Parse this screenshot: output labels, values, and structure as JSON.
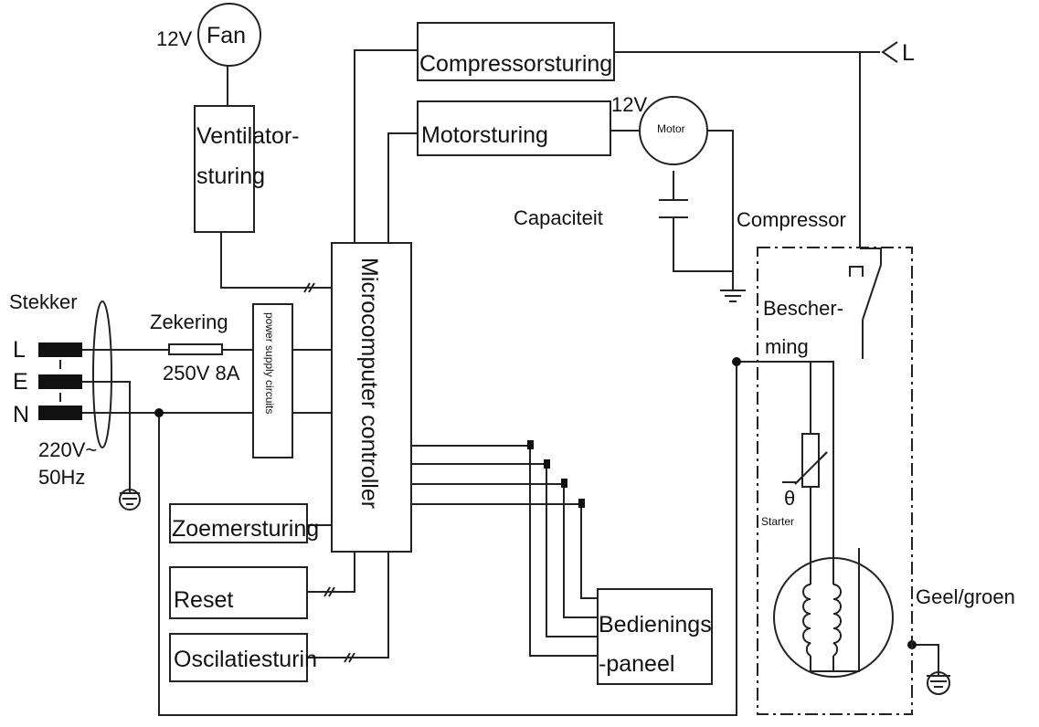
{
  "labels": {
    "fan": "Fan",
    "fan_voltage": "12V",
    "ventilator_line1": "Ventilator-",
    "ventilator_line2": "sturing",
    "compressorsturing": "Compressorsturing",
    "motorsturing": "Motorsturing",
    "motor": "Motor",
    "motor_voltage": "12V",
    "capaciteit": "Capaciteit",
    "compressor": "Compressor",
    "l_supply": "L",
    "microcomputer": "Microcomputer controller",
    "stekker": "Stekker",
    "plug_l": "L",
    "plug_e": "E",
    "plug_n": "N",
    "zekering": "Zekering",
    "zekering_rating": "250V  8A",
    "power_supply": "power supply circuits",
    "mains_voltage": "220V~",
    "mains_freq": "50Hz",
    "zoemersturing": "Zoemersturing",
    "reset": "Reset",
    "oscilatie": "Oscilatiesturin",
    "bediening_line1": "Bedienings",
    "bediening_line2": "-paneel",
    "bescherming_line1": "Bescher-",
    "bescherming_line2": "ming",
    "theta": "θ",
    "starter": "Starter",
    "geel_groen": "Geel/groen"
  }
}
